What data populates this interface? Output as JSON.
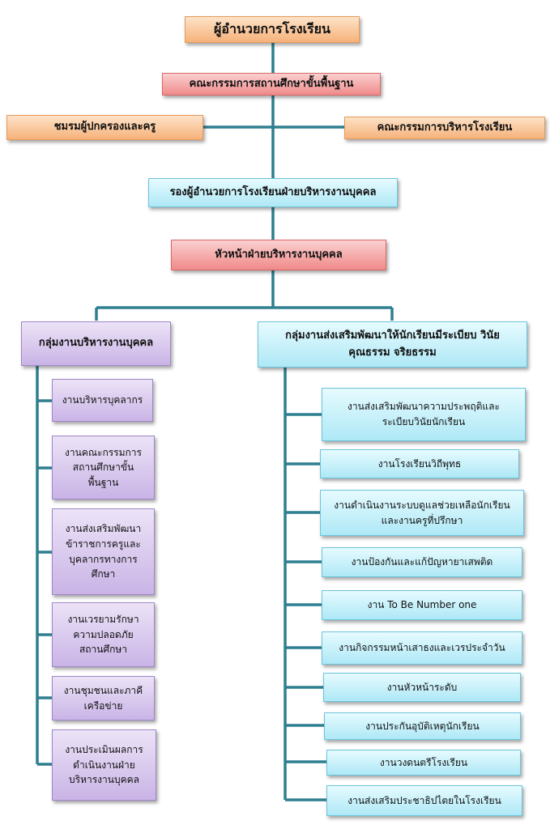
{
  "director": "ผู้อำนวยการโรงเรียน",
  "board": "คณะกรรมการสถานศึกษาขั้นพื้นฐาน",
  "parent_club": "ชมรมผู้ปกครองและครู",
  "admin_committee": "คณะกรรมการบริหารโรงเรียน",
  "deputy": "รองผู้อำนวยการโรงเรียนฝ่ายบริหารงานบุคคล",
  "head": "หัวหน้าฝ่ายบริหารงานบุคคล",
  "left_group": {
    "title": "กลุ่มงานบริหารงานบุคคล",
    "items": [
      "งานบริหารบุคลากร",
      "งานคณะกรรมการ\nสถานศึกษาขั้น\nพื้นฐาน",
      "งานส่งเสริมพัฒนา\nข้าราชการครูและ\nบุคลากรทางการ\nศึกษา",
      "งานเวรยามรักษา\nความปลอดภัย\nสถานศึกษา",
      "งานชุมชนและภาคี\nเครือข่าย",
      "งานประเมินผลการ\nดำเนินงานฝ่าย\nบริหารงานบุคคล"
    ]
  },
  "right_group": {
    "title": "กลุ่มงานส่งเสริมพัฒนาให้นักเรียนมีระเบียบ วินัย\nคุณธรรม จริยธรรม",
    "items": [
      "งานส่งเสริมพัฒนาความประพฤติและ\nระเบียบวินัยนักเรียน",
      "งานโรงเรียนวิถีพุทธ",
      "งานดำเนินงานระบบดูแลช่วยเหลือนักเรียน\nและงานครูที่ปรึกษา",
      "งานป้องกันและแก้ปัญหายาเสพติด",
      "งาน To Be Number one",
      "งานกิจกรรมหน้าเสาธงและเวรประจำวัน",
      "งานหัวหน้าระดับ",
      "งานประกันอุบัติเหตุนักเรียน",
      "งานวงดนตรีโรงเรียน",
      "งานส่งเสริมประชาธิปไตยในโรงเรียน"
    ]
  },
  "colors": {
    "connector": "#2e7f8f",
    "orange": "#f6b27a",
    "red": "#f08a8a",
    "cyan": "#aee8f6",
    "purple": "#c9b4e6"
  }
}
